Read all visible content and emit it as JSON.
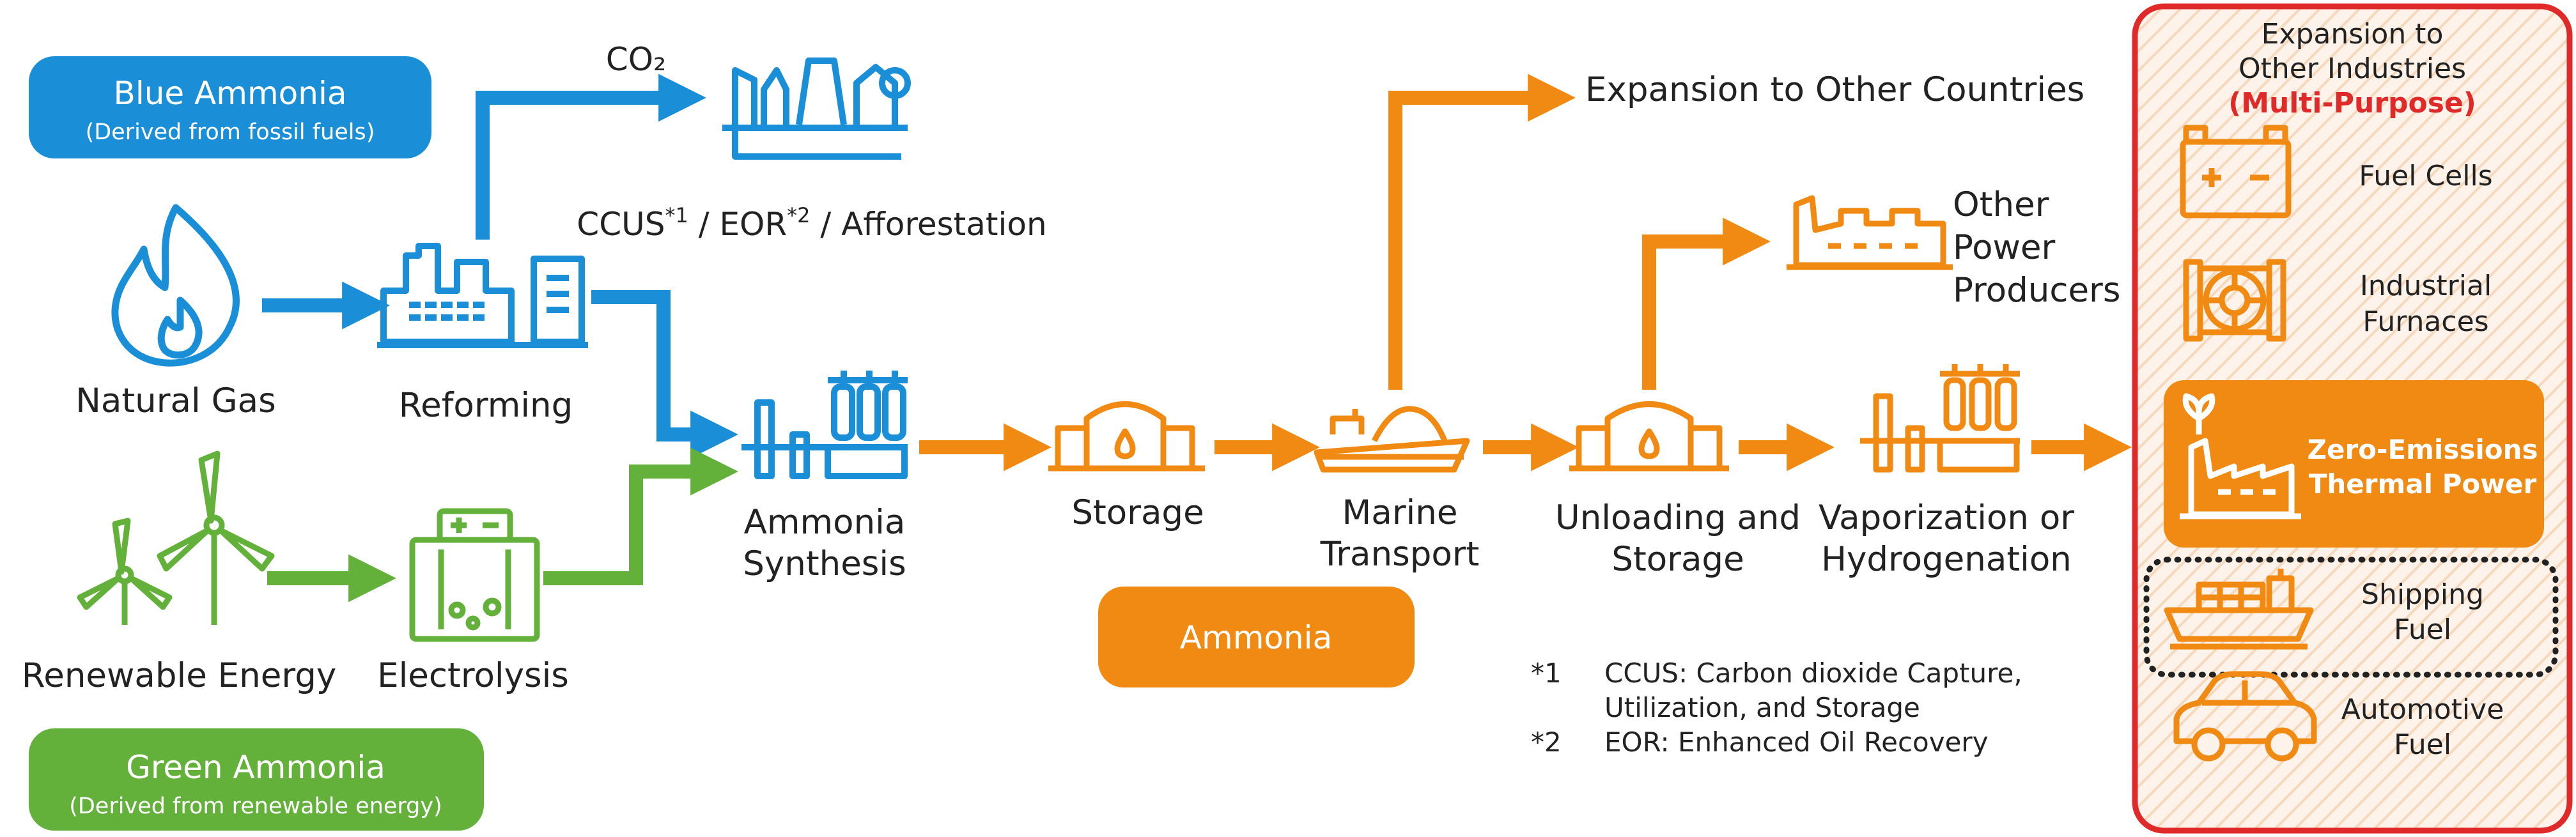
{
  "colors": {
    "blue": "#1a8fd8",
    "green": "#63b13b",
    "orange": "#f08a13",
    "red": "#e02a2a",
    "text": "#222222",
    "white": "#ffffff",
    "hatch": "#f6d9bd"
  },
  "badges": {
    "blue_title": "Blue Ammonia",
    "blue_sub": "(Derived from fossil fuels)",
    "green_title": "Green Ammonia",
    "green_sub": "(Derived from renewable energy)",
    "ammonia": "Ammonia"
  },
  "nodes": {
    "co2": "CO₂",
    "ccus_part1": "CCUS",
    "ccus_sup1": "*1",
    "ccus_part2": " / EOR",
    "ccus_sup2": "*2",
    "ccus_part3": " / Afforestation",
    "natural_gas": "Natural Gas",
    "reforming": "Reforming",
    "renewable_energy": "Renewable Energy",
    "electrolysis": "Electrolysis",
    "ammonia_synthesis_1": "Ammonia",
    "ammonia_synthesis_2": "Synthesis",
    "storage": "Storage",
    "marine_transport_1": "Marine",
    "marine_transport_2": "Transport",
    "unloading_1": "Unloading and",
    "unloading_2": "Storage",
    "vaporization_1": "Vaporization or",
    "vaporization_2": "Hydrogenation",
    "expansion_countries": "Expansion to Other Countries",
    "other_power_1": "Other",
    "other_power_2": "Power",
    "other_power_3": "Producers"
  },
  "notes": {
    "n1_mark": "*1",
    "n1_line1": "CCUS: Carbon dioxide Capture,",
    "n1_line2": "Utilization, and Storage",
    "n2_mark": "*2",
    "n2_line1": "EOR: Enhanced Oil Recovery"
  },
  "panel": {
    "title_1": "Expansion to",
    "title_2": "Other Industries",
    "title_3": "(Multi-Purpose)",
    "fuel_cells": "Fuel Cells",
    "industrial_1": "Industrial",
    "industrial_2": "Furnaces",
    "zero_1": "Zero-Emissions",
    "zero_2": "Thermal Power",
    "shipping_1": "Shipping",
    "shipping_2": "Fuel",
    "automotive_1": "Automotive",
    "automotive_2": "Fuel"
  },
  "icons": [
    "flame-icon",
    "factory-icon",
    "wind-turbine-icon",
    "electrolyzer-icon",
    "co2-storage-icon",
    "synthesis-plant-icon",
    "storage-tank-icon",
    "tanker-ship-icon",
    "power-plant-icon",
    "battery-icon",
    "furnace-icon",
    "cargo-ship-icon",
    "car-icon"
  ]
}
